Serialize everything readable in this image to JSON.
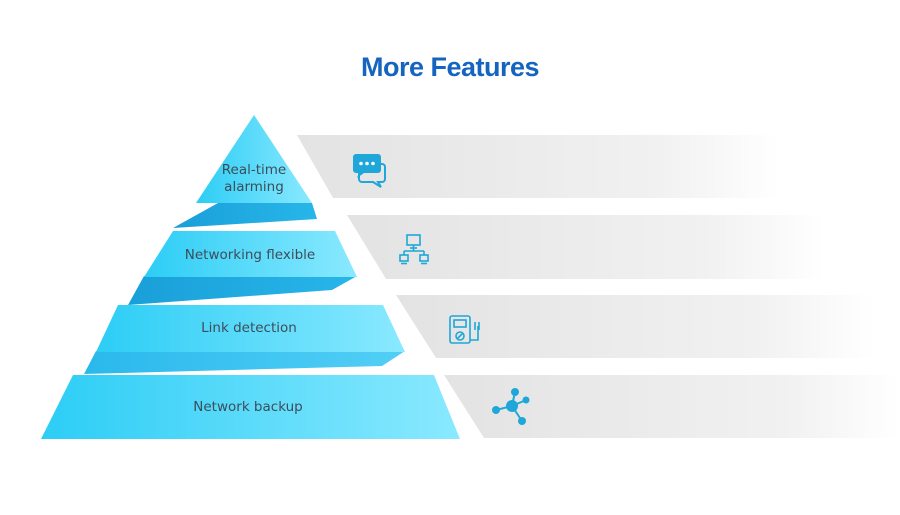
{
  "title": "More Features",
  "colors": {
    "title": "#1565c0",
    "tier_light": "#7fe4ff",
    "tier_mid": "#3ccaf4",
    "tier_dark": "#1fa2d6",
    "band": "#e9e9e9",
    "icon": "#1ea7d8"
  },
  "tiers": [
    {
      "label_line1": "Real-time",
      "label_line2": "alarming",
      "icon": "chat-bubbles-icon"
    },
    {
      "label": "Networking flexible",
      "icon": "network-topology-icon"
    },
    {
      "label": "Link detection",
      "icon": "link-tester-icon"
    },
    {
      "label": "Network backup",
      "icon": "hub-nodes-icon"
    }
  ]
}
